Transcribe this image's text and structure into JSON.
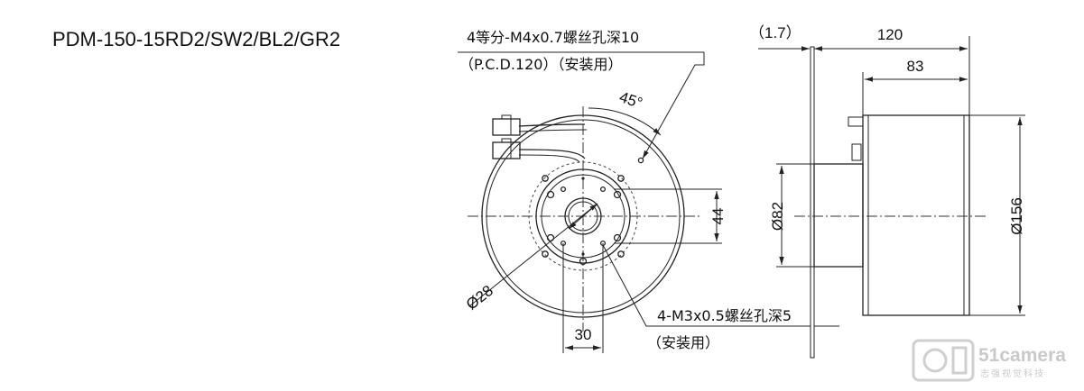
{
  "model": "PDM-150-15RD2/SW2/BL2/GR2",
  "front_view": {
    "pcd_hole_note": "4等分-M4x0.7螺丝孔深10",
    "pcd_hole_note_sub": "（P.C.D.120）（安装用）",
    "angle": "45°",
    "dia_28": "Ø28",
    "dim_44": "44",
    "dim_30": "30",
    "m3_note": "4-M3x0.5螺丝孔深5",
    "m3_note_sub": "（安装用）"
  },
  "side_view": {
    "flange": "（1.7）",
    "length_total": "120",
    "length_body": "83",
    "dia_82": "Ø82",
    "dia_156": "Ø156"
  },
  "watermark": {
    "brand": "51camera",
    "sub": "志强视觉科技"
  }
}
